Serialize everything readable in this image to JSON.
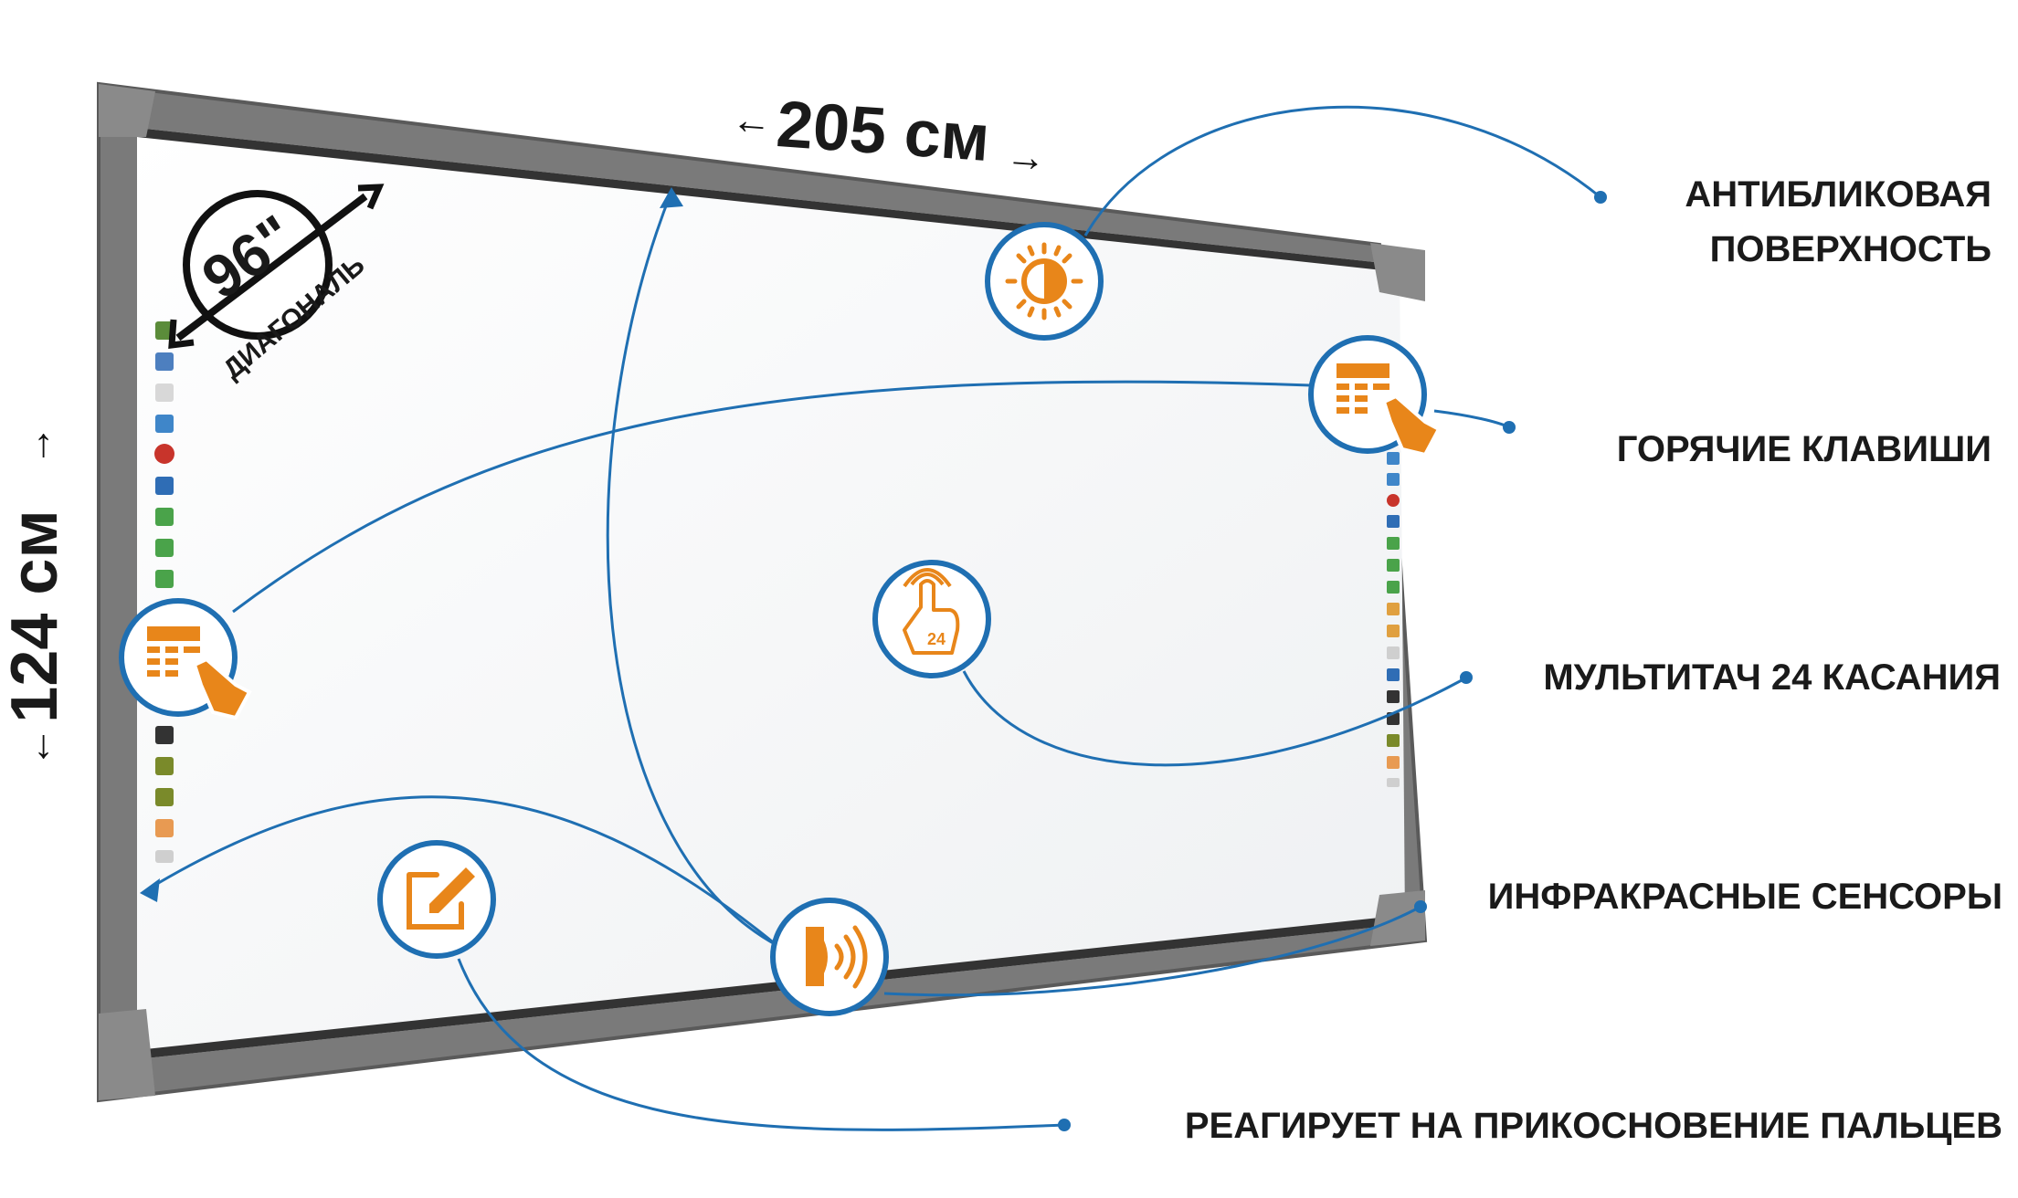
{
  "dimensions": {
    "width": "205 см",
    "height": "124 см",
    "diagonal_value": "96\"",
    "diagonal_label": "ДИАГОНАЛЬ"
  },
  "features": [
    {
      "line1": "АНТИБЛИКОВАЯ",
      "line2": "ПОВЕРХНОСТЬ",
      "icon": "sun-icon"
    },
    {
      "line1": "ГОРЯЧИЕ КЛАВИШИ",
      "icon": "hotkeys-icon"
    },
    {
      "line1": "МУЛЬТИТАЧ 24 КАСАНИЯ",
      "icon": "multitouch-icon",
      "badge": "24"
    },
    {
      "line1": "ИНФРАКРАСНЫЕ СЕНСОРЫ",
      "icon": "infrared-sensor-icon"
    },
    {
      "line1": "РЕАГИРУЕТ НА ПРИКОСНОВЕНИЕ ПАЛЬЦЕВ",
      "icon": "pen-edit-icon"
    }
  ],
  "colors": {
    "accent": "#e8861a",
    "line": "#1f6fb2",
    "frame": "#6e6e6e",
    "text": "#1a1a1a"
  }
}
